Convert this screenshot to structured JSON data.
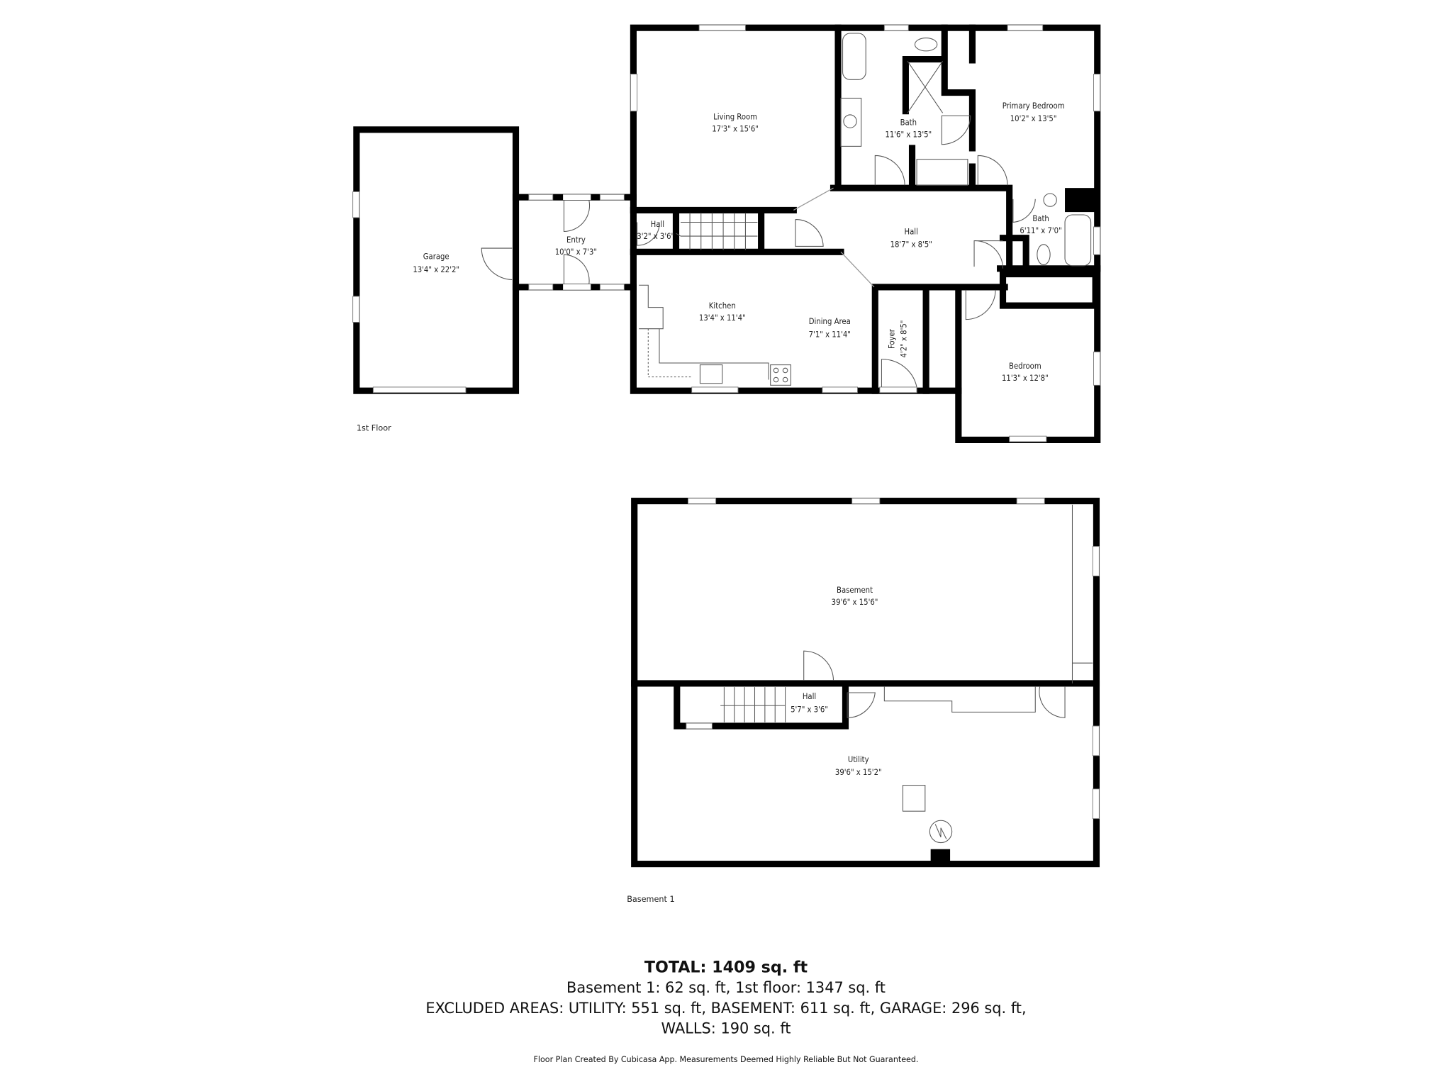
{
  "floors": {
    "first": {
      "label": "1st Floor",
      "rooms": {
        "living_room": {
          "name": "Living Room",
          "size": "17'3\" x 15'6\""
        },
        "bath_primary": {
          "name": "Bath",
          "size": "11'6\" x 13'5\""
        },
        "primary_bedroom": {
          "name": "Primary Bedroom",
          "size": "10'2\" x 13'5\""
        },
        "garage": {
          "name": "Garage",
          "size": "13'4\" x 22'2\""
        },
        "entry": {
          "name": "Entry",
          "size": "10'0\" x 7'3\""
        },
        "hall_small": {
          "name": "Hall",
          "size": "3'2\" x 3'6\""
        },
        "hall": {
          "name": "Hall",
          "size": "18'7\" x 8'5\""
        },
        "bath_small": {
          "name": "Bath",
          "size": "6'11\" x 7'0\""
        },
        "kitchen": {
          "name": "Kitchen",
          "size": "13'4\" x 11'4\""
        },
        "dining_area": {
          "name": "Dining Area",
          "size": "7'1\" x 11'4\""
        },
        "foyer": {
          "name": "Foyer",
          "size": "4'2\" x 8'5\""
        },
        "bedroom": {
          "name": "Bedroom",
          "size": "11'3\" x 12'8\""
        }
      }
    },
    "basement": {
      "label": "Basement 1",
      "rooms": {
        "basement": {
          "name": "Basement",
          "size": "39'6\" x 15'6\""
        },
        "hall": {
          "name": "Hall",
          "size": "5'7\" x 3'6\""
        },
        "utility": {
          "name": "Utility",
          "size": "39'6\" x 15'2\""
        }
      }
    }
  },
  "summary": {
    "total": "TOTAL: 1409 sq. ft",
    "line1": "Basement 1: 62 sq. ft, 1st floor: 1347 sq. ft",
    "line2": "EXCLUDED AREAS: UTILITY: 551 sq. ft, BASEMENT: 611 sq. ft, GARAGE: 296 sq. ft,",
    "line3": "WALLS: 190 sq. ft",
    "disclaimer": "Floor Plan Created By Cubicasa App. Measurements Deemed Highly Reliable But Not Guaranteed."
  }
}
